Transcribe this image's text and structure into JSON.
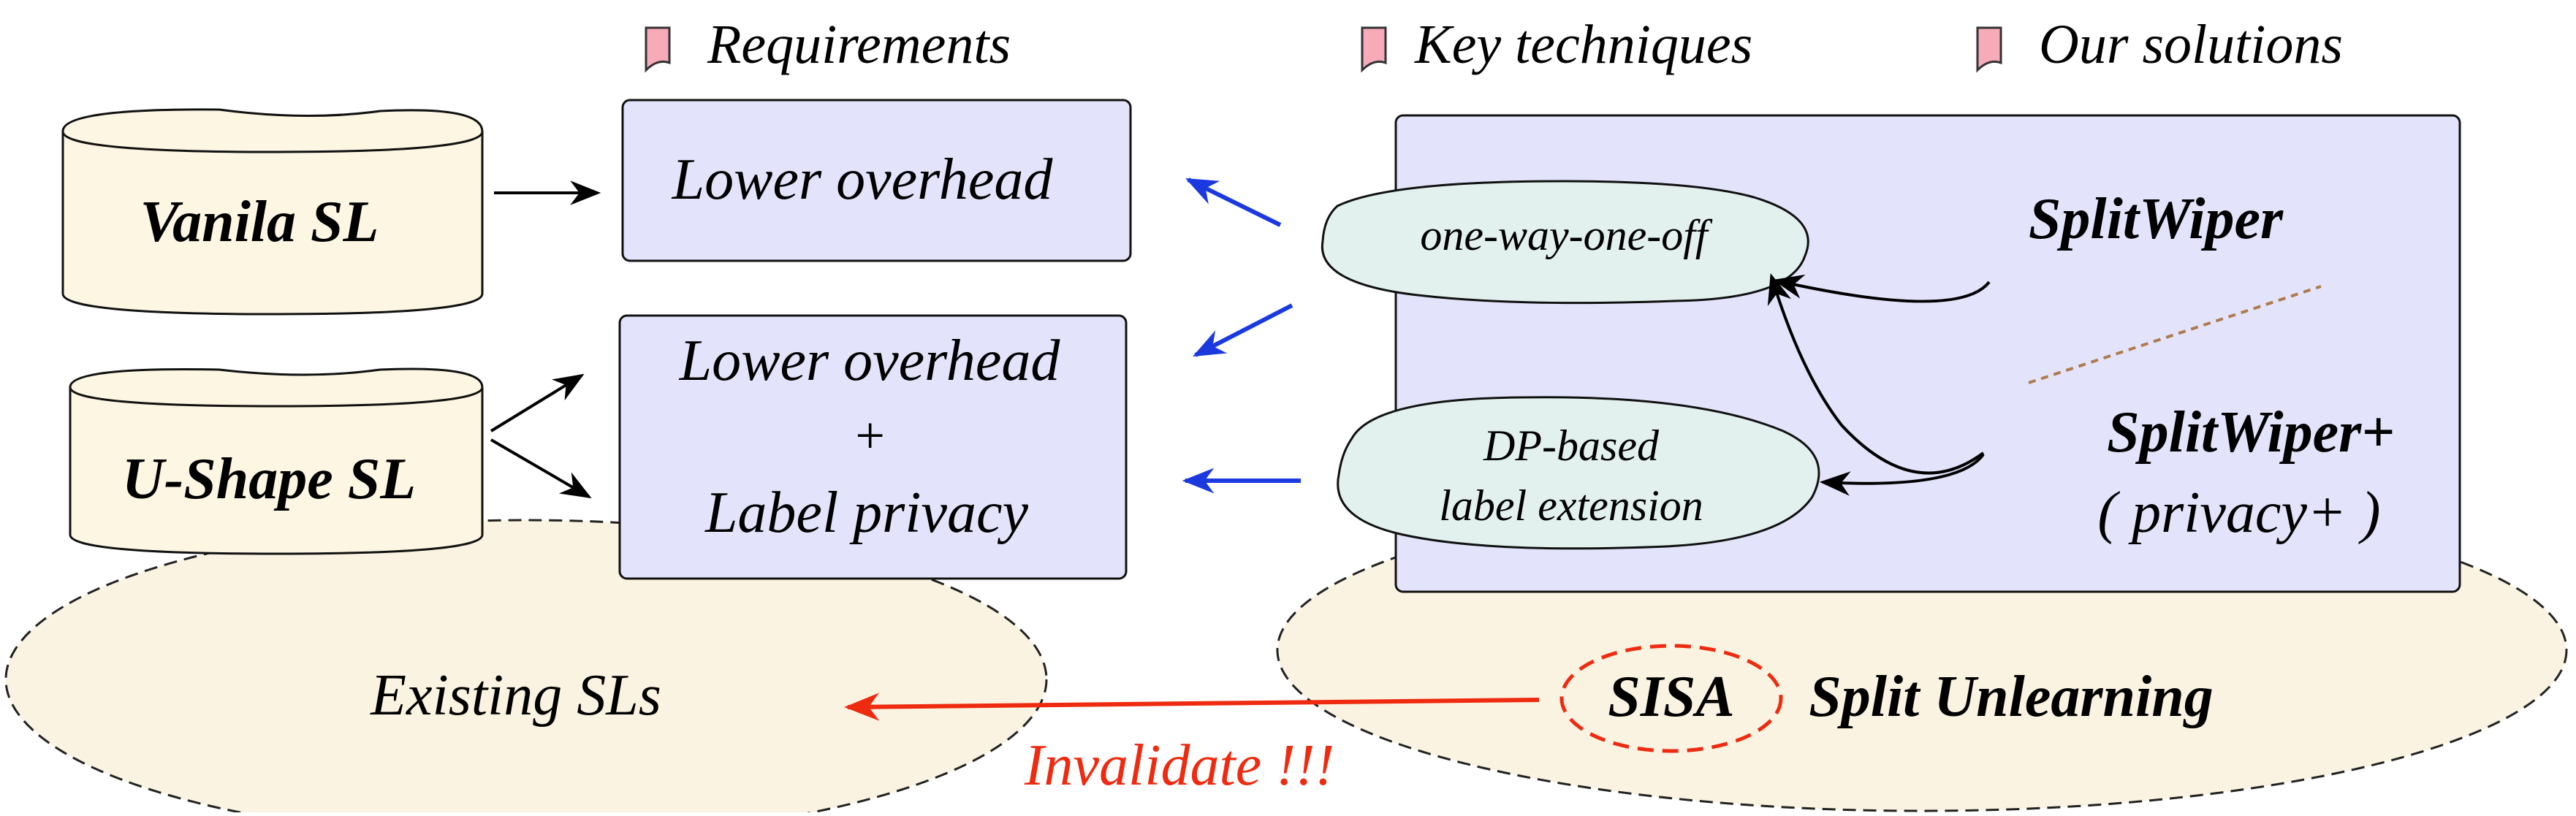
{
  "headers": {
    "requirements": "Requirements",
    "key_techniques": "Key techniques",
    "our_solutions": "Our solutions"
  },
  "existing": {
    "vanilla_sl": "Vanila SL",
    "ushape_sl": "U-Shape SL",
    "group_label": "Existing SLs"
  },
  "requirements": {
    "r1": "Lower overhead",
    "r2_line1": "Lower overhead",
    "r2_line2": "+",
    "r2_line3": "Label privacy"
  },
  "techniques": {
    "t1": "one-way-one-off",
    "t2_line1": "DP-based",
    "t2_line2": "label extension"
  },
  "solutions": {
    "s1": "SplitWiper",
    "s2": "SplitWiper+",
    "s2_sub": "( privacy+ )"
  },
  "unlearning": {
    "sisa": "SISA",
    "label": "Split Unlearning",
    "invalidate": "Invalidate !!!"
  },
  "colors": {
    "cylinder_fill": "#fdf6e3",
    "requirement_fill": "#e3e4fb",
    "solution_fill": "#e3e4fb",
    "technique_fill": "#e2f1ee",
    "region_fill": "#fbf3e1",
    "flag_fill": "#f7aab8",
    "blue_arrow": "#1a3ae0",
    "red": "#ee2b10",
    "brown_dash": "#b07a4c"
  }
}
